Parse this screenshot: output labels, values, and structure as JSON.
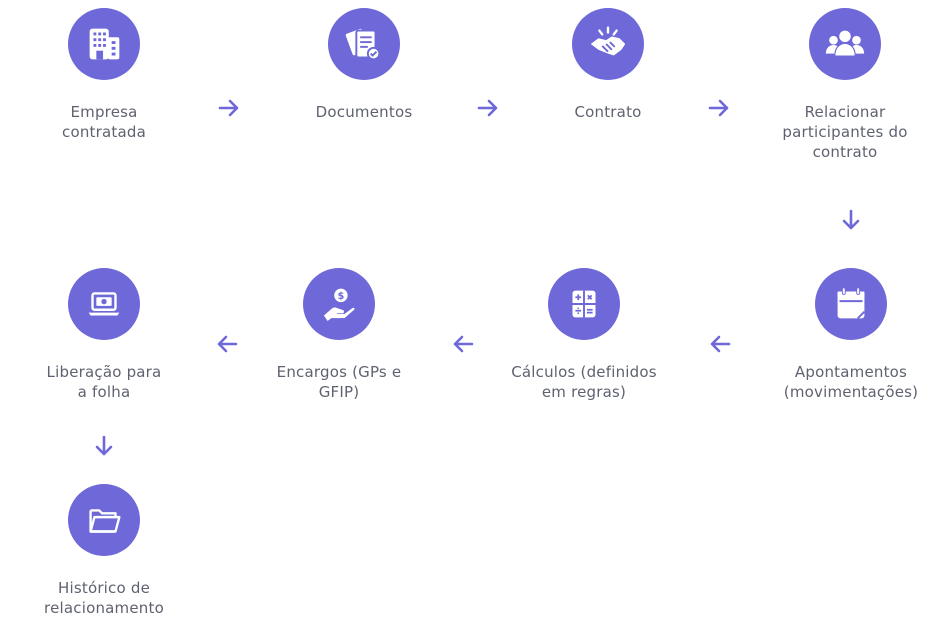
{
  "theme": {
    "accent": "#6e68d8",
    "text": "#5f6270"
  },
  "steps": [
    {
      "label": "Empresa\ncontratada",
      "icon": "building-icon"
    },
    {
      "label": "Documentos",
      "icon": "documents-icon"
    },
    {
      "label": "Contrato",
      "icon": "handshake-icon"
    },
    {
      "label": "Relacionar\nparticipantes do\ncontrato",
      "icon": "people-group-icon"
    },
    {
      "label": "Apontamentos\n(movimentações)",
      "icon": "calendar-icon"
    },
    {
      "label": "Cálculos (definidos\nem regras)",
      "icon": "calculator-icon"
    },
    {
      "label": "Encargos (GPs e\nGFIP)",
      "icon": "hand-coin-icon"
    },
    {
      "label": "Liberação para\na folha",
      "icon": "laptop-money-icon"
    },
    {
      "label": "Histórico de\nrelacionamento",
      "icon": "folder-open-icon"
    }
  ]
}
